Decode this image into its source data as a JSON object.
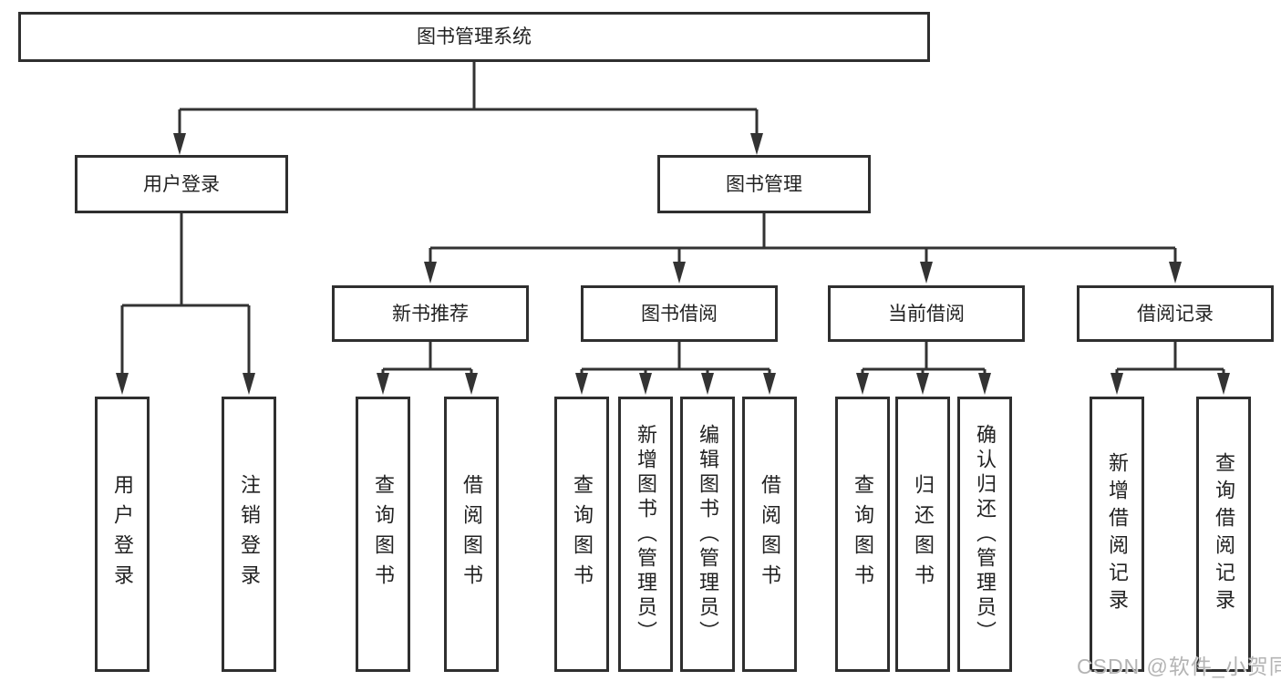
{
  "tree": {
    "label": "图书管理系统",
    "children": [
      {
        "label": "用户登录",
        "children": [
          {
            "label": "用户登录"
          },
          {
            "label": "注销登录"
          }
        ]
      },
      {
        "label": "图书管理",
        "children": [
          {
            "label": "新书推荐",
            "children": [
              {
                "label": "查询图书"
              },
              {
                "label": "借阅图书"
              }
            ]
          },
          {
            "label": "图书借阅",
            "children": [
              {
                "label": "查询图书"
              },
              {
                "label": "新增图书（管理员）"
              },
              {
                "label": "编辑图书（管理员）"
              },
              {
                "label": "借阅图书"
              }
            ]
          },
          {
            "label": "当前借阅",
            "children": [
              {
                "label": "查询图书"
              },
              {
                "label": "归还图书"
              },
              {
                "label": "确认归还（管理员）"
              }
            ]
          },
          {
            "label": "借阅记录",
            "children": [
              {
                "label": "新增借阅记录"
              },
              {
                "label": "查询借阅记录"
              }
            ]
          }
        ]
      }
    ]
  },
  "watermark": {
    "text": "CSDN @软件_小贺同学"
  },
  "colors": {
    "line": "#333333",
    "box_border": "#2f2f2f",
    "box_fill": "#ffffff",
    "text": "#222222",
    "watermark": "#b4b4b4",
    "background": "#ffffff"
  }
}
